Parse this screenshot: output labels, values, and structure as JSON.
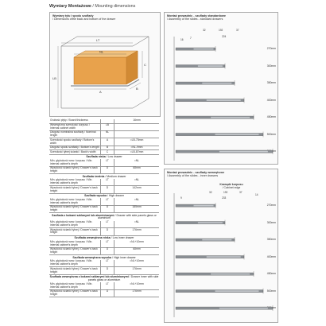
{
  "page_title": {
    "bold": "Wymiary Montażowe",
    "rest": " / Mounting dimensions"
  },
  "drawing": {
    "caption_bold": "Wymiary tyłu i spodu szuflady",
    "caption_rest": "/ Dimensions ofthe back and bottom of the drawer",
    "labels": {
      "lt": "LT",
      "nl": "NL",
      "lb": "LB",
      "a": "A",
      "b": "B",
      "c": "C"
    }
  },
  "specs": {
    "top_rows": [
      {
        "label": "Grubość płyty / Board thickness",
        "symbol": "",
        "value": "16mm"
      },
      {
        "label": "Wewnętrzna szerokość korpusu / Internal cabinet width",
        "symbol": "LB",
        "value": ""
      },
      {
        "label": "Długość nominalna szuflady / Nominal length",
        "symbol": "NL",
        "value": ""
      },
      {
        "label": "Szerokość spodu szuflady / Bottom's width",
        "symbol": "A",
        "value": "=LB-75mm"
      },
      {
        "label": "Długość spodu szuflady / Bottom's length",
        "symbol": "B",
        "value": "=NL-9mm"
      },
      {
        "label": "Szerokość tylnej ścianki / Back's width",
        "symbol": "C",
        "value": "=LB-87mm"
      }
    ],
    "sections": [
      {
        "head": "Szuflada niska",
        "sub": " / Low drawer",
        "rows": [
          {
            "label": "Min. głębokość wew. korpusu / Min. internal cabinet's depth",
            "symbol": "LT",
            "value": "=NL"
          },
          {
            "label": "Wysokość ścianki tylnej / Drawer's back height",
            "symbol": "D",
            "value": "68mm"
          }
        ]
      },
      {
        "head": "Szuflada średnia",
        "sub": " / Medium drawer",
        "rows": [
          {
            "label": "Min. głębokość wew. korpusu / Min. internal cabinet's depth",
            "symbol": "LT",
            "value": "=NL"
          },
          {
            "label": "Wysokość ścianki tylnej / Drawer's back height",
            "symbol": "D",
            "value": "142mm"
          }
        ]
      },
      {
        "head": "Szuflada wysoka",
        "sub": " / High drawer",
        "rows": [
          {
            "label": "Min. głębokość wew. korpusu / Min. internal cabinet's depth",
            "symbol": "LT",
            "value": "=NL"
          },
          {
            "label": "Wysokość ścianki tylnej / Drawer's back height",
            "symbol": "D",
            "value": "185mm"
          }
        ]
      },
      {
        "head": "Szuflada z bokami szklanymi lub aluminiowymi",
        "sub": " / Drawer with side panels glass or aluminium",
        "rows": [
          {
            "label": "Min. głębokość wew. korpusu / Min. internal cabinet's depth",
            "symbol": "LT",
            "value": "=NL"
          },
          {
            "label": "Wysokość ścianki tylnej / Drawer's back height",
            "symbol": "D",
            "value": "176mm"
          }
        ]
      },
      {
        "head": "Szuflada wewnętrzna niska",
        "sub": " / Low inner drawer",
        "rows": [
          {
            "label": "Min. głębokość wew. korpusu / Min. internal cabinet's depth",
            "symbol": "LT",
            "value": "=NL+10mm"
          },
          {
            "label": "Wysokość ścianki tylnej / Drawer's back height",
            "symbol": "D",
            "value": "68mm"
          }
        ]
      },
      {
        "head": "Szuflada wewnętrzna wysoka",
        "sub": " / High inner drawer",
        "rows": [
          {
            "label": "Min. głębokość wew. korpusu / Min. internal cabinet's depth",
            "symbol": "LT",
            "value": "=NL+10mm"
          },
          {
            "label": "Wysokość ścianki tylnej / Drawer's back height",
            "symbol": "D",
            "value": "176mm"
          }
        ]
      },
      {
        "head": "Szuflada wewnętrzna z bokami szklanymi lub aluminiowymi",
        "sub": " / Drawer inner with side panels glass or aluminium",
        "rows": [
          {
            "label": "Min. głębokość wew. korpusu / Min. internal cabinet's depth",
            "symbol": "LT",
            "value": "=NL+10mm"
          },
          {
            "label": "Wysokość ścianki tylnej / Drawer's back height",
            "symbol": "D",
            "value": "176mm"
          }
        ]
      }
    ]
  },
  "panel_standard": {
    "title_bold": "Montaż prowadnic - szuflady standardowe",
    "title_rest": "/ Assembly of the slides - standard drawers",
    "dims": [
      "32",
      "192",
      "37",
      "7",
      "224",
      "16"
    ],
    "lengths": [
      "270mm",
      "300mm",
      "350mm",
      "400mm",
      "450mm",
      "500mm",
      "550mm"
    ]
  },
  "panel_inner": {
    "title_bold": "Montaż prowadnic - szuflady wewnętrzne",
    "title_rest": "/ Assembly of the slides - inner drawers",
    "cabinet_edge_bold": "Krawędź korpusu",
    "cabinet_edge_rest": "/ Cabinet edge",
    "dims": [
      "32",
      "192",
      "37",
      "14",
      "233",
      "9"
    ],
    "lengths": [
      "270mm",
      "300mm",
      "350mm",
      "400mm",
      "450mm",
      "500mm",
      "550mm"
    ]
  },
  "colors": {
    "wood": "#e8a24c",
    "wood_dark": "#b97628",
    "metal": "#8a8f94",
    "line": "#555555"
  }
}
